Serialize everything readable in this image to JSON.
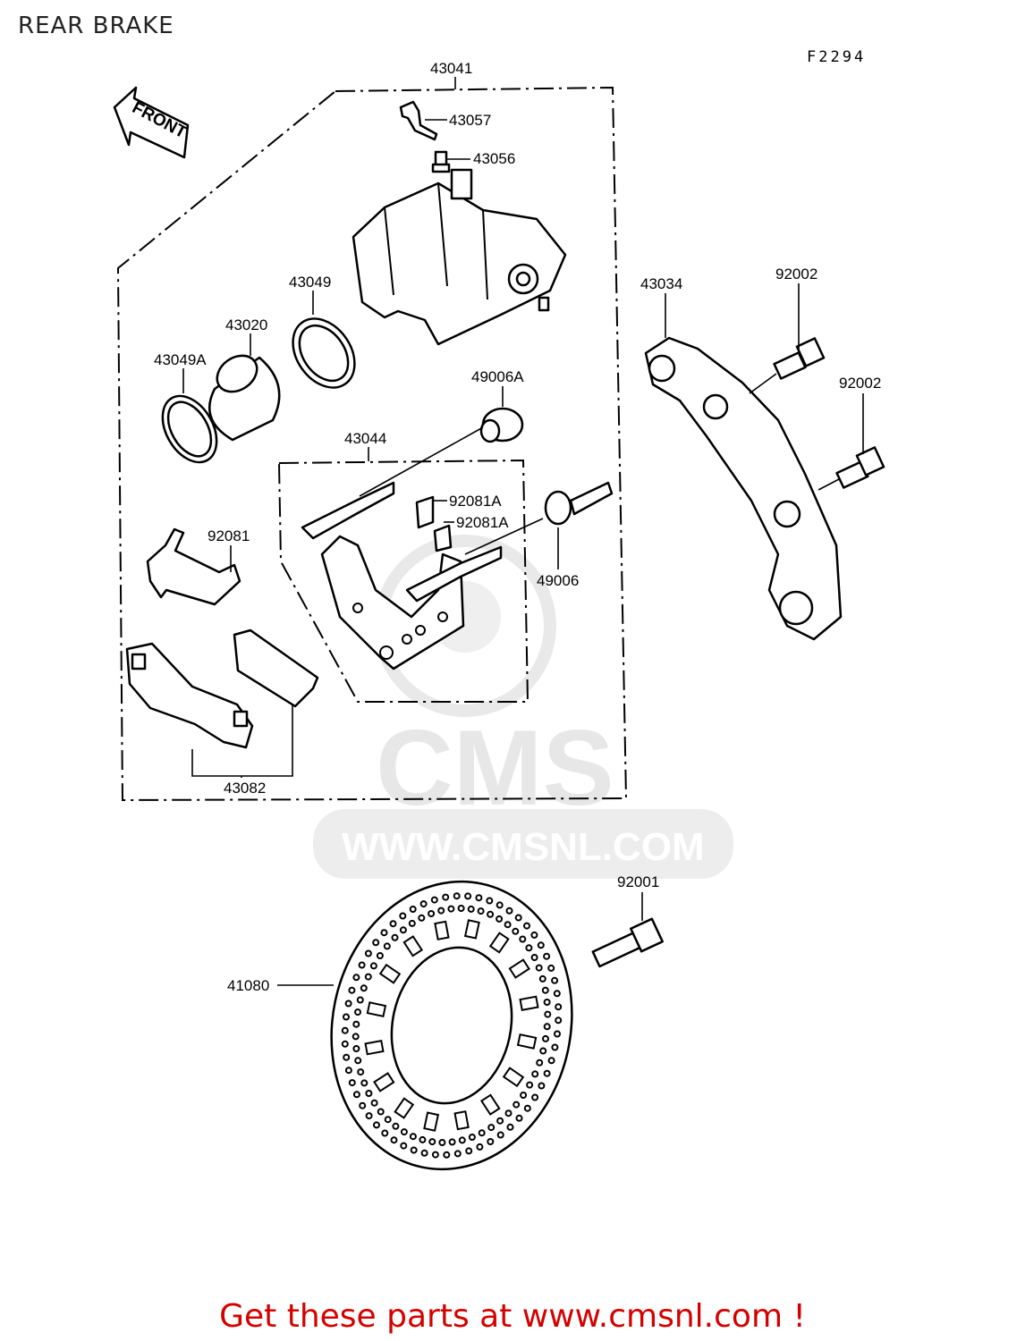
{
  "header": {
    "title": "REAR BRAKE",
    "figure_code": "F2294"
  },
  "front_arrow": {
    "label": "FRONT"
  },
  "watermark": {
    "logo": "CMS",
    "url": "WWW.CMSNL.COM"
  },
  "parts": [
    {
      "number": "43041"
    },
    {
      "number": "43057"
    },
    {
      "number": "43056"
    },
    {
      "number": "43049"
    },
    {
      "number": "43020"
    },
    {
      "number": "43049A"
    },
    {
      "number": "49006A"
    },
    {
      "number": "43044"
    },
    {
      "number": "92081A"
    },
    {
      "number": "92081A"
    },
    {
      "number": "92081"
    },
    {
      "number": "49006"
    },
    {
      "number": "43082"
    },
    {
      "number": "43034"
    },
    {
      "number": "92002"
    },
    {
      "number": "92002"
    },
    {
      "number": "92001"
    },
    {
      "number": "41080"
    }
  ],
  "footer": {
    "text": "Get these parts at www.cmsnl.com !",
    "color": "#d40000"
  }
}
